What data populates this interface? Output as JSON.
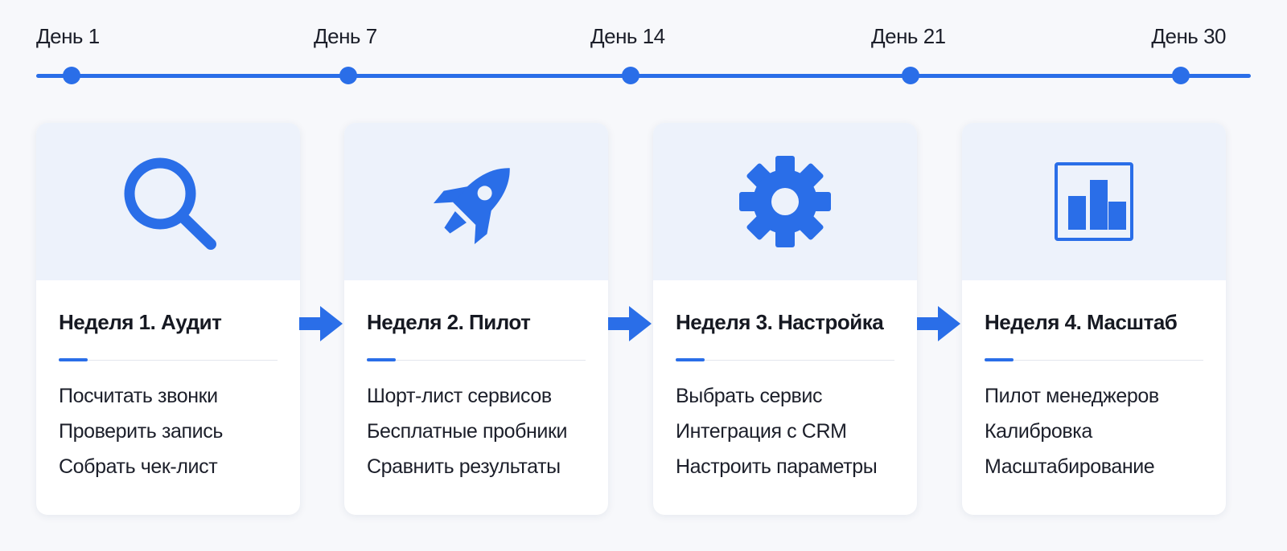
{
  "timeline": {
    "days": [
      "День 1",
      "День 7",
      "День 14",
      "День 21",
      "День 30"
    ]
  },
  "colors": {
    "accent": "#2a6ee8",
    "card_top": "#edf2fb",
    "background": "#f7f8fb"
  },
  "cards": [
    {
      "icon": "magnifier-icon",
      "title": "Неделя 1. Аудит",
      "items": [
        "Посчитать звонки",
        "Проверить запись",
        "Собрать чек-лист"
      ]
    },
    {
      "icon": "rocket-icon",
      "title": "Неделя 2. Пилот",
      "items": [
        "Шорт-лист сервисов",
        "Бесплатные пробники",
        "Сравнить результаты"
      ]
    },
    {
      "icon": "gear-icon",
      "title": "Неделя 3. Настройка",
      "items": [
        "Выбрать сервис",
        "Интеграция с CRM",
        "Настроить параметры"
      ]
    },
    {
      "icon": "bar-chart-icon",
      "title": "Неделя 4. Масштаб",
      "items": [
        "Пилот менеджеров",
        "Калибровка",
        "Масштабирование"
      ]
    }
  ]
}
